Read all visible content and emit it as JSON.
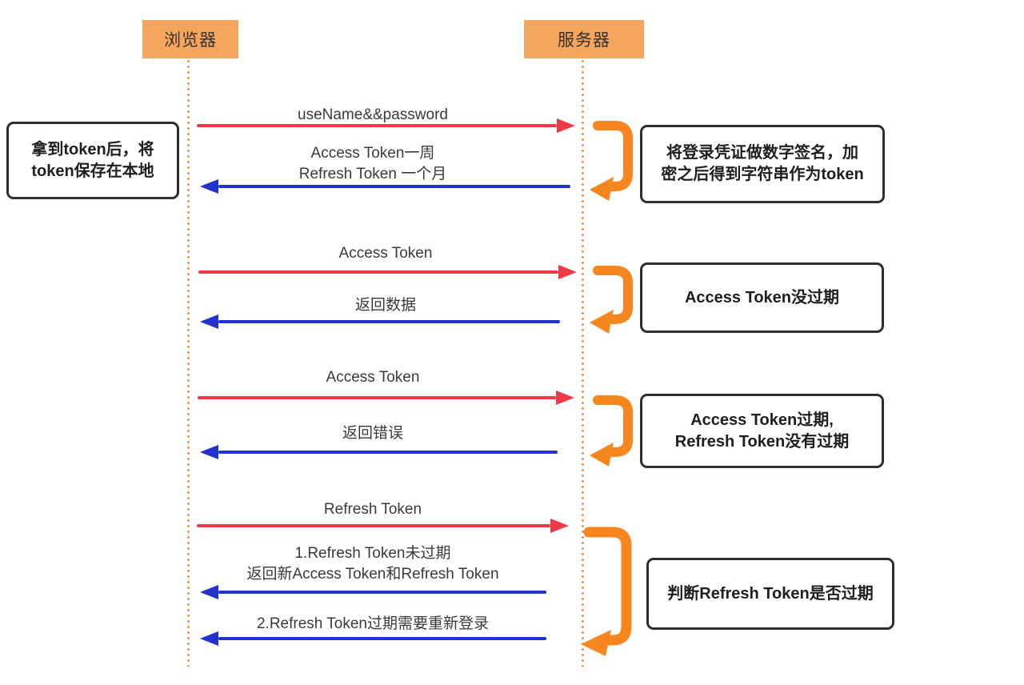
{
  "diagram": {
    "actors": [
      {
        "id": "browser",
        "label": "浏览器"
      },
      {
        "id": "server",
        "label": "服务器"
      }
    ],
    "messages": [
      {
        "dir": "right",
        "lines": [
          "useName&&password"
        ]
      },
      {
        "dir": "left",
        "lines": [
          "Access Token一周",
          "Refresh Token 一个月"
        ]
      },
      {
        "dir": "right",
        "lines": [
          "Access Token"
        ]
      },
      {
        "dir": "left",
        "lines": [
          "返回数据"
        ]
      },
      {
        "dir": "right",
        "lines": [
          "Access Token"
        ]
      },
      {
        "dir": "left",
        "lines": [
          "返回错误"
        ]
      },
      {
        "dir": "right",
        "lines": [
          "Refresh Token"
        ]
      },
      {
        "dir": "left",
        "lines": [
          "1.Refresh Token未过期",
          "返回新Access Token和Refresh Token"
        ]
      },
      {
        "dir": "left",
        "lines": [
          "2.Refresh Token过期需要重新登录"
        ]
      }
    ],
    "notes": [
      {
        "id": "browser-note",
        "lines": [
          "拿到token后，将",
          "token保存在本地"
        ]
      },
      {
        "id": "server-note-1",
        "lines": [
          "将登录凭证做数字签名，加",
          "密之后得到字符串作为token"
        ]
      },
      {
        "id": "server-note-2",
        "lines": [
          "Access Token没过期"
        ]
      },
      {
        "id": "server-note-3",
        "lines": [
          "Access Token过期,",
          "Refresh Token没有过期"
        ]
      },
      {
        "id": "server-note-4",
        "lines": [
          "判断Refresh Token是否过期"
        ]
      }
    ],
    "colors": {
      "actor_bg": "#F5A55C",
      "request": "#EC3B47",
      "response": "#2232CE",
      "loop": "#F6861D",
      "lifeline": "#EA8C3C",
      "note_border": "#2E2E2E"
    }
  }
}
